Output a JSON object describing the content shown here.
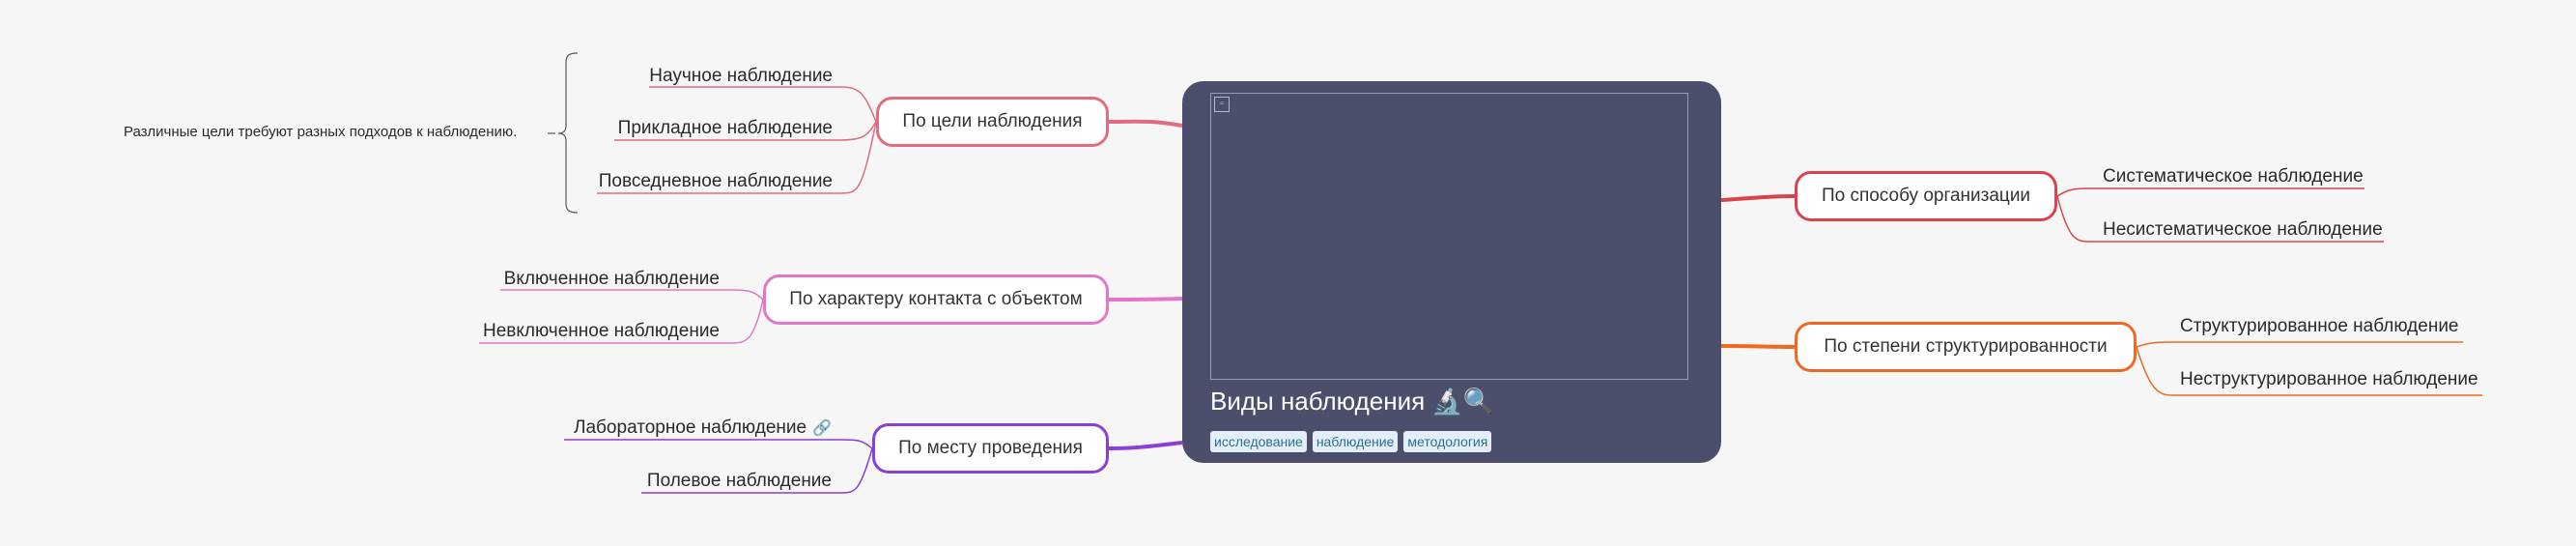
{
  "central": {
    "title": "Виды наблюдения 🔬🔍",
    "tags": [
      "исследование",
      "наблюдение",
      "методология"
    ]
  },
  "branches": {
    "goal": {
      "label": "По цели наблюдения",
      "color": "#e06c80",
      "children": [
        "Научное наблюдение",
        "Прикладное наблюдение",
        "Повседневное наблюдение"
      ],
      "note": "Различные цели требуют разных подходов к наблюдению."
    },
    "contact": {
      "label": "По характеру контакта с объектом",
      "color": "#e376c6",
      "children": [
        "Включенное наблюдение",
        "Невключенное наблюдение"
      ]
    },
    "place": {
      "label": "По месту проведения",
      "color": "#8a3fd6",
      "children": [
        "Лабораторное наблюдение",
        "Полевое наблюдение"
      ],
      "link_icon": "🔗"
    },
    "organization": {
      "label": "По способу организации",
      "color": "#d9434b",
      "children": [
        "Систематическое наблюдение",
        "Несистематическое наблюдение"
      ]
    },
    "structure": {
      "label": "По степени структурированности",
      "color": "#ee6a22",
      "children": [
        "Структурированное наблюдение",
        "Неструктурированное наблюдение"
      ]
    }
  }
}
